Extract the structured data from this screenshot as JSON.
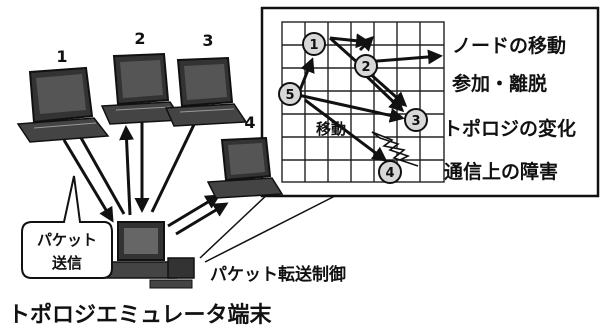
{
  "diagram": {
    "title": "トポロジエミュレータ端末",
    "terminal_label": "パケット転送制御",
    "send_bubble": {
      "line1": "パケット",
      "line2": "送信"
    },
    "laptops": [
      {
        "label": "1"
      },
      {
        "label": "2"
      },
      {
        "label": "3"
      },
      {
        "label": "4"
      }
    ],
    "inset": {
      "grid_nodes": [
        {
          "label": "1"
        },
        {
          "label": "2"
        },
        {
          "label": "3"
        },
        {
          "label": "4"
        },
        {
          "label": "5"
        }
      ],
      "move_label": "移動",
      "features": [
        "ノードの移動",
        "参加・離脱",
        "トポロジの変化",
        "通信上の障害"
      ]
    },
    "colors": {
      "ink": "#111111",
      "screen": "#333333",
      "paper": "#ffffff",
      "node": "#d8d8d8"
    }
  }
}
